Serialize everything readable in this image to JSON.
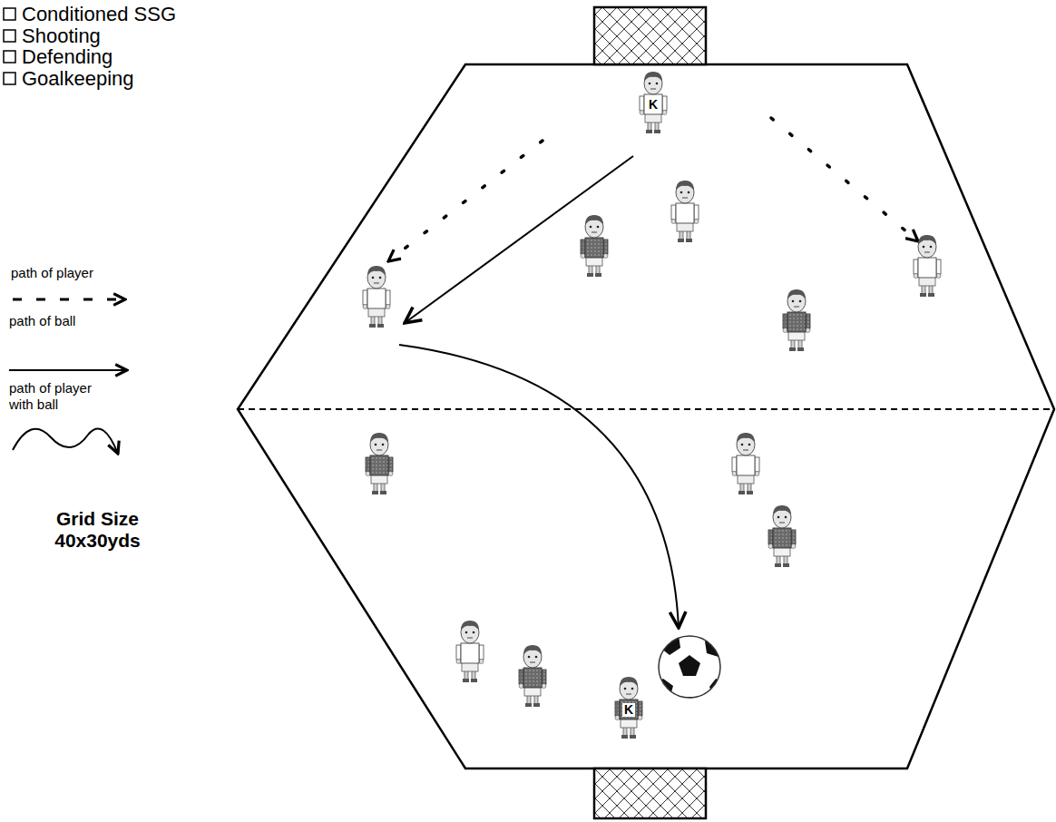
{
  "diagram": {
    "labels": [
      "Conditioned SSG",
      "Shooting",
      "Defending",
      "Goalkeeping",
      "Grid Size 40x30yds",
      "K",
      "K"
    ],
    "legend": [
      {
        "text": "path of player"
      },
      {
        "text": "path of ball"
      },
      {
        "text": "path of player with ball"
      }
    ]
  }
}
